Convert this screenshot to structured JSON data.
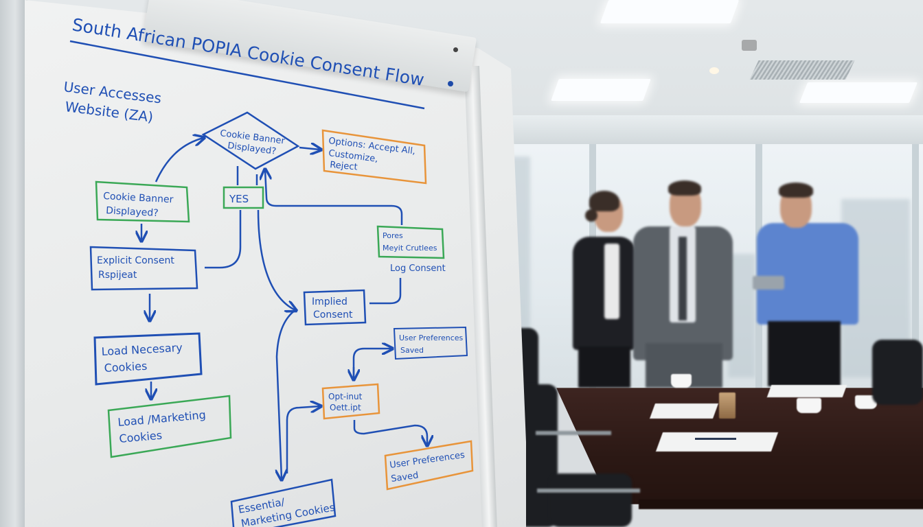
{
  "scene": {
    "description": "Office meeting room with a whiteboard flowchart in the foreground and three business people talking near a conference table in the blurred background"
  },
  "whiteboard": {
    "title": "South African POPIA Cookie Consent Flow",
    "start_label_line1": "User Accesses",
    "start_label_line2": "Website (ZA)",
    "nodes": {
      "diamond": {
        "line1": "Cookie Banner",
        "line2": "Displayed?",
        "color": "blue"
      },
      "options": {
        "line1": "Options: Accept All,",
        "line2": "Customize,",
        "line3": "Reject",
        "color": "orange"
      },
      "banner_box": {
        "line1": "Cookie Banner",
        "line2": "Displayed?",
        "color": "green"
      },
      "yes": {
        "label": "YES",
        "color": "green"
      },
      "pores_box": {
        "line1": "Pores",
        "line2": "Meyit Crutlees",
        "color": "green"
      },
      "log_consent": {
        "label": "Log Consent"
      },
      "explicit": {
        "line1": "Explicit Consent",
        "line2": "Rspijeat",
        "color": "blue"
      },
      "implied": {
        "line1": "Implied",
        "line2": "Consent",
        "color": "blue"
      },
      "user_prefs_1": {
        "line1": "User Preferences",
        "line2": "Saved",
        "color": "blue"
      },
      "load_necessary": {
        "line1": "Load Necesary",
        "line2": "Cookies",
        "color": "blue"
      },
      "opt_out": {
        "line1": "Opt-inut",
        "line2": "Oett.ipt",
        "color": "orange"
      },
      "load_marketing": {
        "line1": "Load /Marketing",
        "line2": "Cookies",
        "color": "green"
      },
      "user_prefs_2": {
        "line1": "User Preferences",
        "line2": "Saved",
        "color": "orange"
      },
      "essential": {
        "line1": "Essentia/",
        "line2": "Marketing Cookies",
        "color": "blue"
      }
    }
  },
  "colors": {
    "ink_blue": "#1f4fb4",
    "ink_green": "#3aa856",
    "ink_orange": "#e8943a",
    "board": "#eceeee",
    "shirt_blue": "#5c84cf",
    "suit_grey": "#5b6167",
    "jacket_black": "#1e1f24",
    "table_wood": "#3a211c"
  }
}
